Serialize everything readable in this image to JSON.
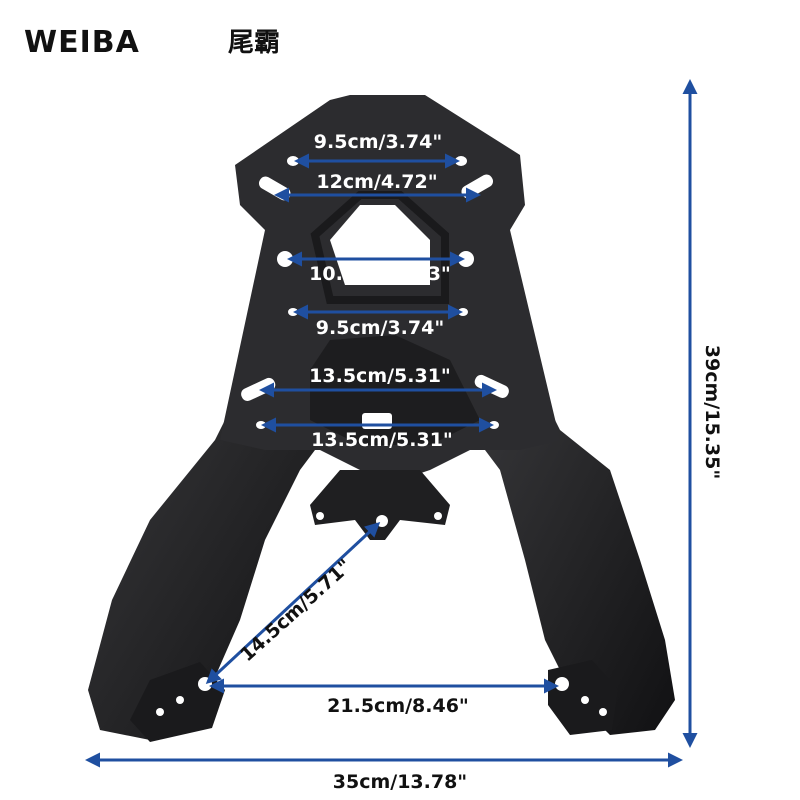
{
  "brand": {
    "name": "WEIBA",
    "name_cn": "尾霸"
  },
  "colors": {
    "arrow": "#1f4fa0",
    "rack": "#2b2b2d",
    "rack_dark": "#141416",
    "label_light": "#ffffff",
    "label_dark": "#111111"
  },
  "dimensions": {
    "top_holes": "9.5cm/3.74\"",
    "upper_slots": "12cm/4.72\"",
    "center_holes": "10.5cm/4.13\"",
    "lower_holes": "9.5cm/3.74\"",
    "lower_slots": "13.5cm/5.31\"",
    "bottom_holes": "13.5cm/5.31\"",
    "diagonal": "14.5cm/5.71\"",
    "foot_span": "21.5cm/8.46\"",
    "total_width": "35cm/13.78\"",
    "total_height": "39cm/15.35\""
  }
}
